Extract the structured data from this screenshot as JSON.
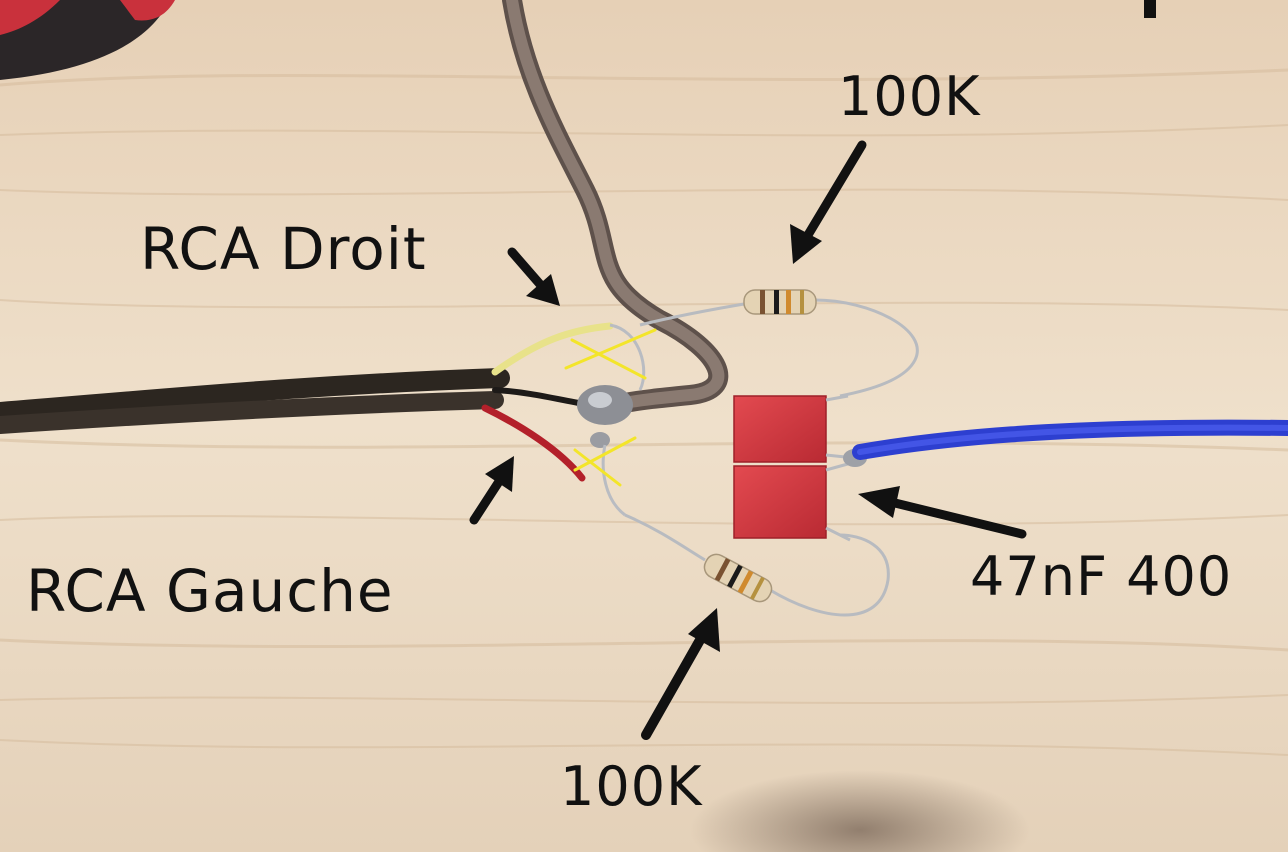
{
  "annotations": {
    "rca_right": "RCA Droit",
    "rca_left": "RCA Gauche",
    "resistor_top": "100K",
    "resistor_bottom": "100K",
    "capacitor": "47nF 400"
  },
  "colors": {
    "wood": "#e9d7bf",
    "cable_grey": "#7a6a63",
    "cable_dark": "#3b332c",
    "wire_blue": "#2d3fd0",
    "wire_red": "#b3202a",
    "wire_yellow": "#e8e28a",
    "capacitor_red": "#d8383f",
    "resistor_body": "#e4d3b4",
    "mark_yellow": "#f3e52a",
    "arrow": "#111111"
  }
}
